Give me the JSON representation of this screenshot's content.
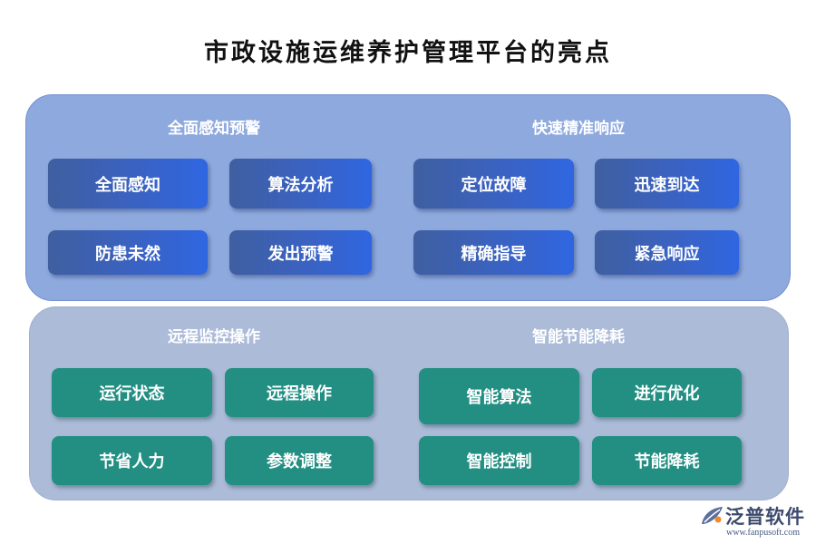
{
  "title": "市政设施运维养护管理平台的亮点",
  "sections": {
    "perception": {
      "title": "全面感知预警",
      "items": [
        "全面感知",
        "算法分析",
        "防患未然",
        "发出预警"
      ]
    },
    "response": {
      "title": "快速精准响应",
      "items": [
        "定位故障",
        "迅速到达",
        "精确指导",
        "紧急响应"
      ]
    },
    "remote": {
      "title": "远程监控操作",
      "items": [
        "运行状态",
        "远程操作",
        "节省人力",
        "参数调整"
      ]
    },
    "energy": {
      "title": "智能节能降耗",
      "items": [
        "智能算法",
        "进行优化",
        "智能控制",
        "节能降耗"
      ]
    }
  },
  "logo": {
    "name": "泛普软件",
    "url": "www.fanpusoft.com"
  },
  "colors": {
    "top_panel": "#8ea9de",
    "bottom_panel": "#abbbd8",
    "blue_box": "#3a62c2",
    "teal_box": "#238f83"
  }
}
